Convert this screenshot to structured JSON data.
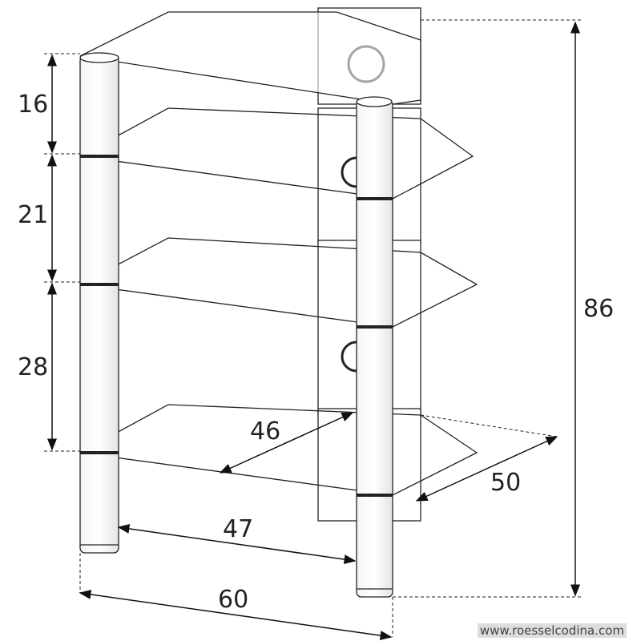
{
  "dimensions": {
    "shelf_gap_top": "16",
    "shelf_gap_middle": "21",
    "shelf_gap_bottom": "28",
    "total_height": "86",
    "inner_depth": "46",
    "depth": "50",
    "inner_width": "47",
    "width": "60"
  },
  "watermark": "www.roesselcodina.com"
}
